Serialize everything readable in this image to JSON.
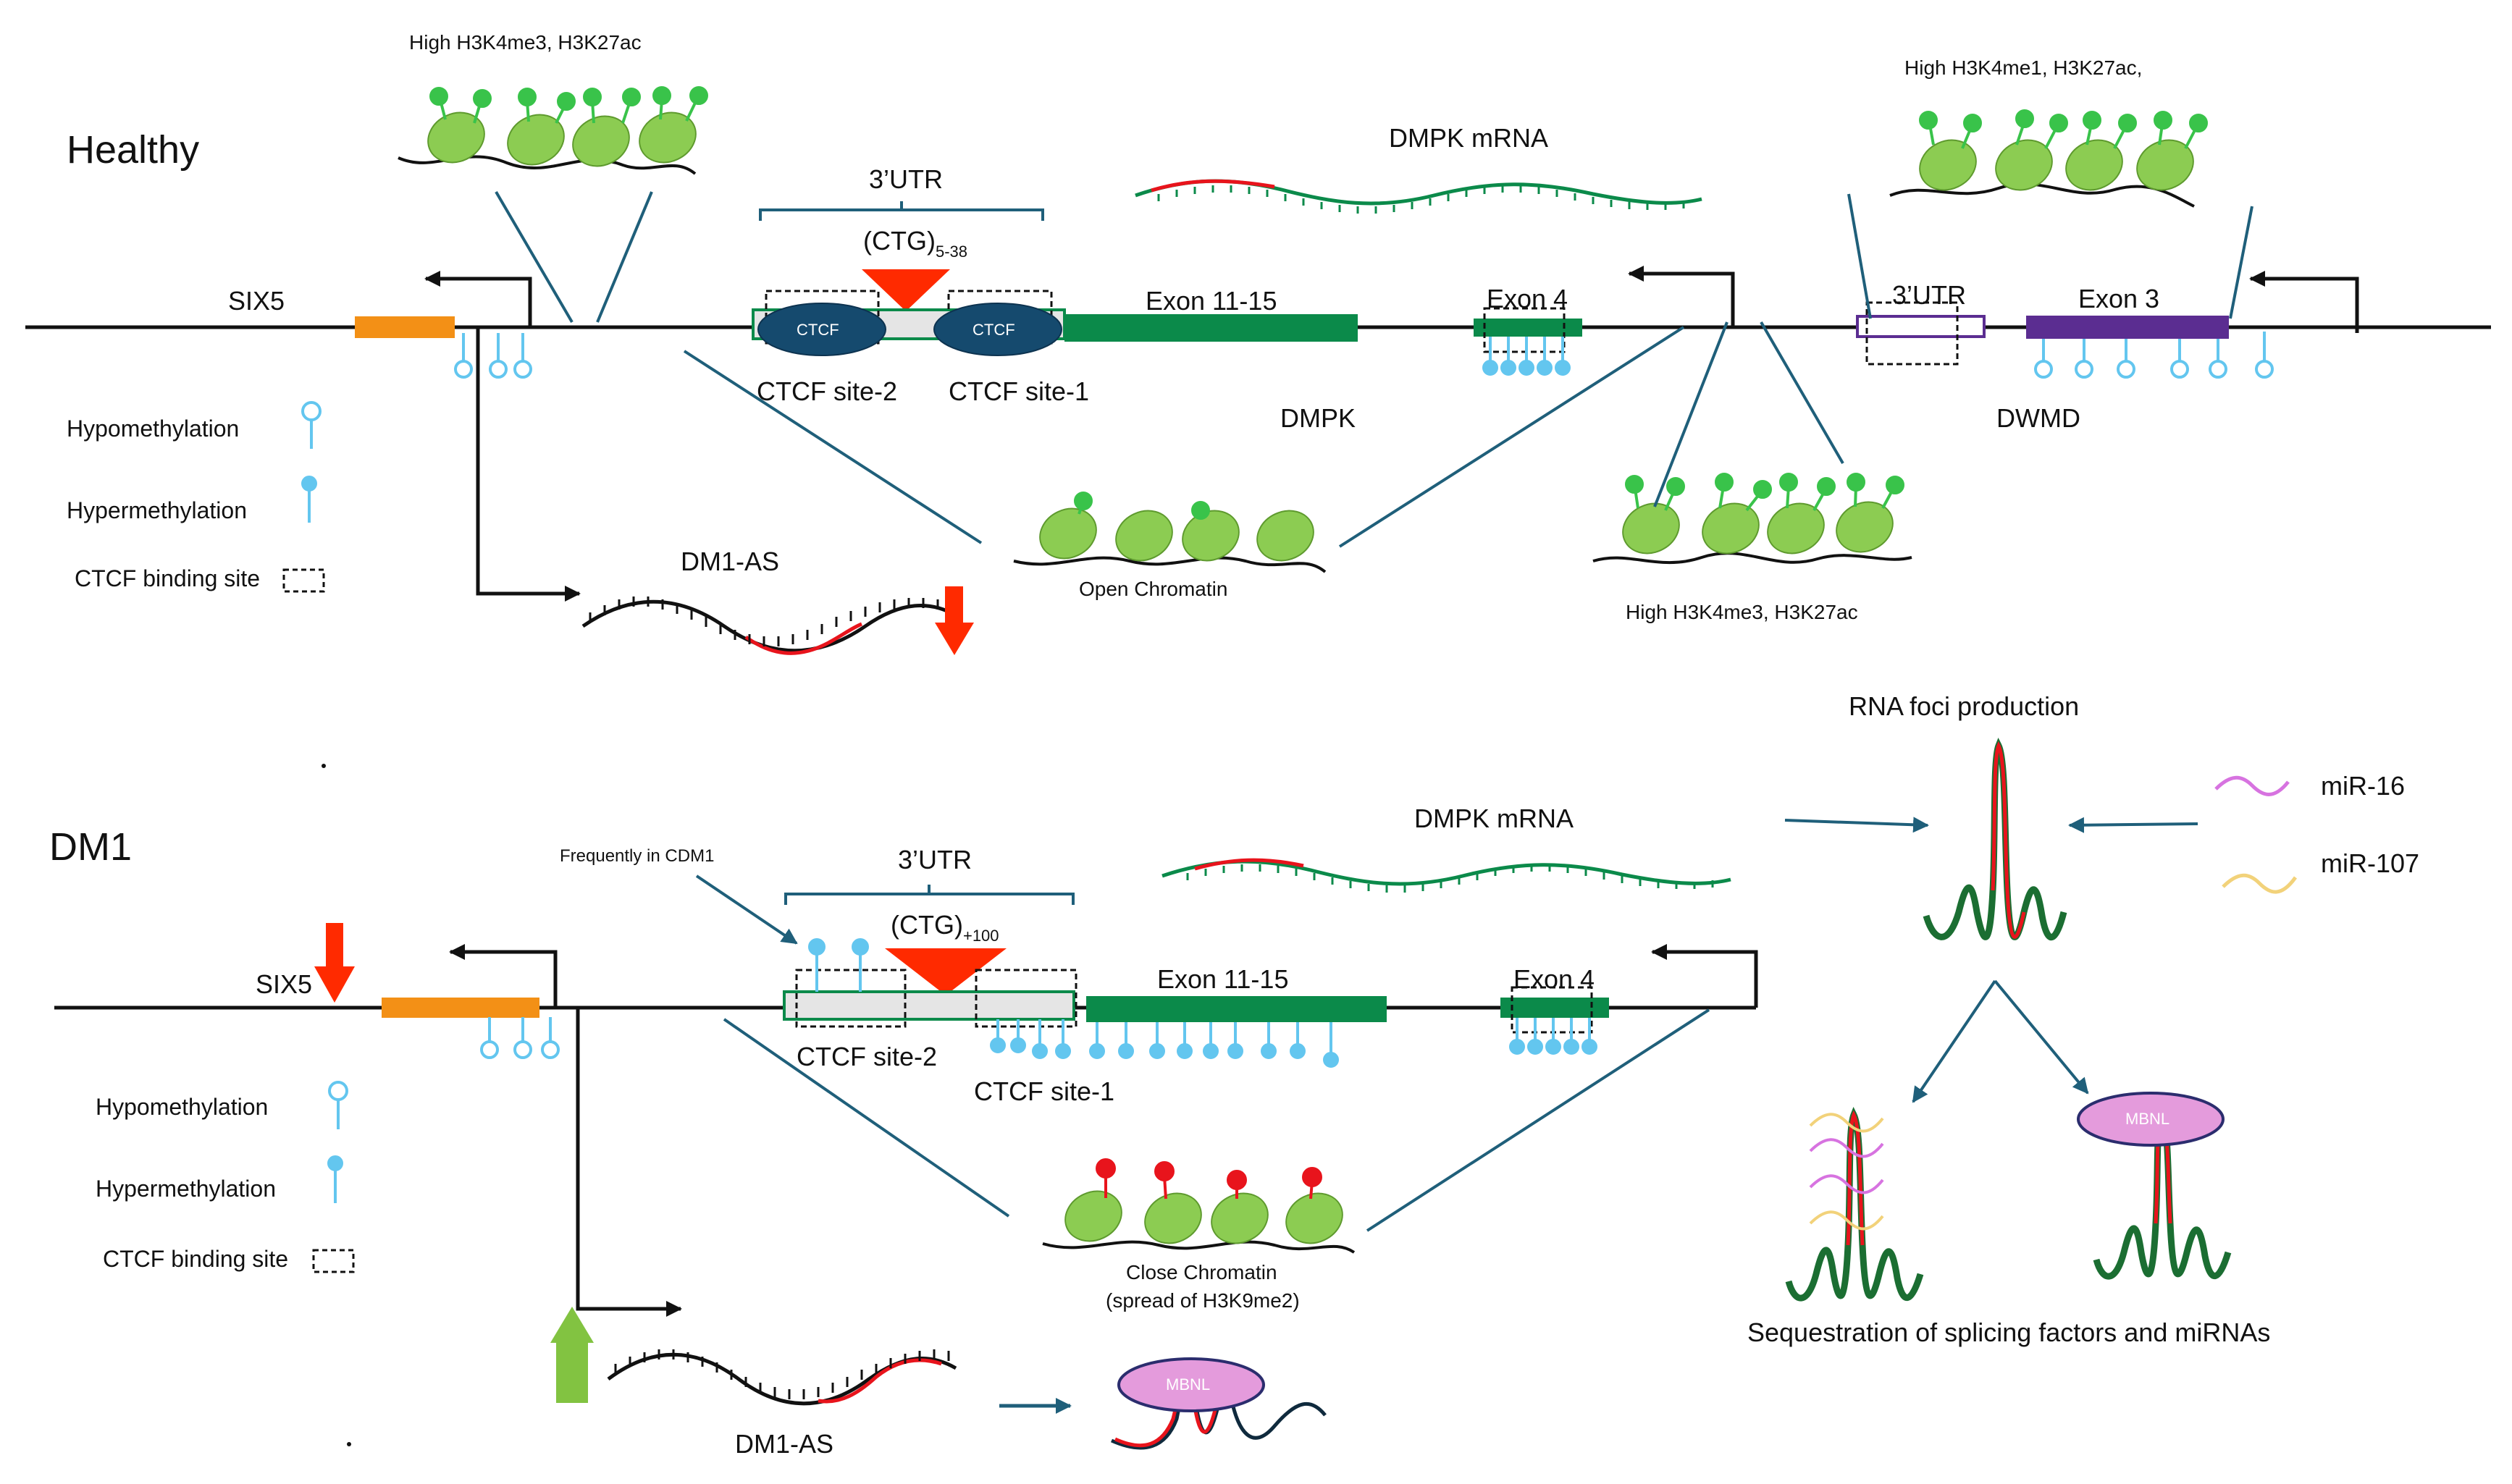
{
  "healthy": {
    "title": "Healthy",
    "six5": "SIX5",
    "histone_top_left": "High H3K4me3, H3K27ac",
    "histone_top_right": "High H3K4me1, H3K27ac,",
    "histone_bottom_right": "High H3K4me3, H3K27ac",
    "utr3": "3’UTR",
    "ctg_repeat": "(CTG)",
    "ctg_sub": "5-38",
    "ctcf_inner": "CTCF",
    "ctcf_site2": "CTCF site-2",
    "ctcf_site1": "CTCF site-1",
    "exon_11_15": "Exon 11-15",
    "exon4": "Exon 4",
    "dmpk": "DMPK",
    "dmpk_mrna": "DMPK mRNA",
    "utr3_dwmd": "3’UTR",
    "exon3": "Exon 3",
    "dwmd": "DWMD",
    "open_chromatin": "Open Chromatin",
    "dm1_as": "DM1-AS"
  },
  "legend": {
    "hypomethylation": "Hypomethylation",
    "hypermethylation": "Hypermethylation",
    "ctcf_binding": "CTCF binding site"
  },
  "dm1": {
    "title": "DM1",
    "six5": "SIX5",
    "frequently": "Frequently in CDM1",
    "utr3": "3’UTR",
    "ctg_repeat": "(CTG)",
    "ctg_sub": "+100",
    "ctcf_site2": "CTCF site-2",
    "ctcf_site1": "CTCF site-1",
    "exon_11_15": "Exon 11-15",
    "exon4": "Exon 4",
    "dmpk_mrna": "DMPK mRNA",
    "close_chromatin_1": "Close Chromatin",
    "close_chromatin_2": "(spread of H3K9me2)",
    "dm1_as": "DM1-AS",
    "mbnl": "MBNL"
  },
  "foci": {
    "title": "RNA foci production",
    "mir16": "miR-16",
    "mir107": "miR-107",
    "mbnl": "MBNL",
    "sequestration": "Sequestration of splicing factors and miRNAs"
  },
  "colors": {
    "dna_line": "#111111",
    "exon_green": "#0b8a4a",
    "six5_orange": "#f39016",
    "exon3_purple": "#5b2d91",
    "ctcf_blue": "#154a6e",
    "methyl_blue": "#63c6ef",
    "repeat_red": "#ff2a00",
    "nucleosome_green": "#8ccc52",
    "histone_mark_green": "#39c34a",
    "h3k9_red": "#e8141c",
    "mbnl_pink": "#e49bdc",
    "mir16_color": "#d773e0",
    "mir107_color": "#f2d27a",
    "arrow_down_red": "#ff2a00",
    "arrow_up_green": "#82c341",
    "connector_teal": "#1f5f7a"
  }
}
